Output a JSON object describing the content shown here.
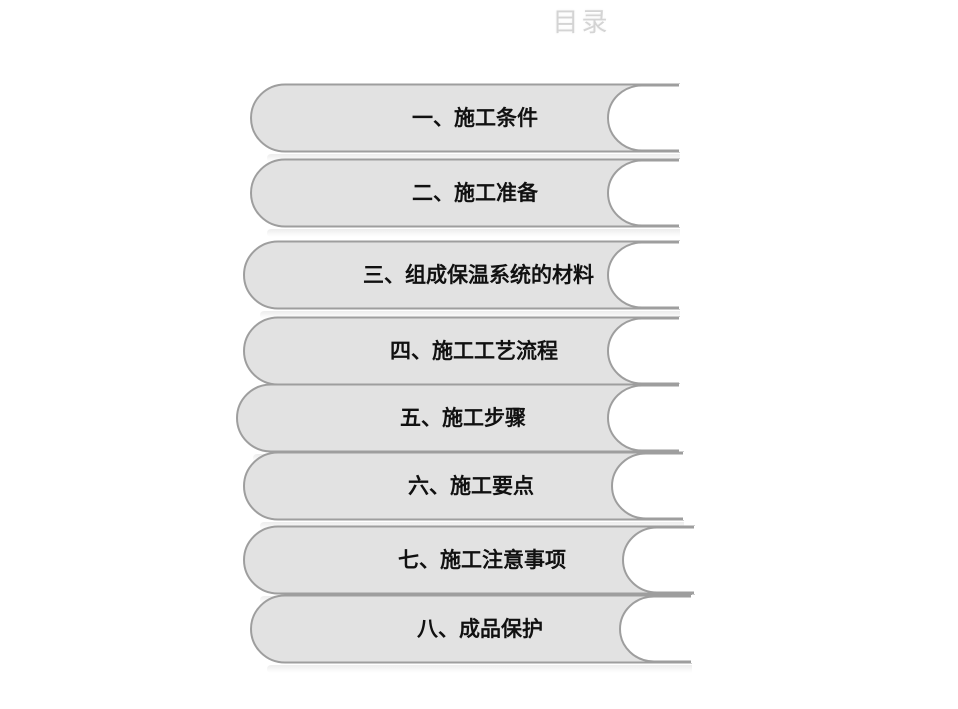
{
  "page": {
    "title": "目录"
  },
  "toc": {
    "items": [
      {
        "label": "一、施工条件"
      },
      {
        "label": "二、施工准备"
      },
      {
        "label": "三、组成保温系统的材料"
      },
      {
        "label": "四、施工工艺流程"
      },
      {
        "label": "五、施工步骤"
      },
      {
        "label": "六、施工要点"
      },
      {
        "label": "七、施工注意事项"
      },
      {
        "label": "八、成品保护"
      }
    ]
  },
  "colors": {
    "tab_fill": "#e2e2e2",
    "tab_stroke": "#9e9e9e",
    "notch_fill": "#ffffff",
    "title_text": "#d4d4d4",
    "label_text": "#111111"
  }
}
